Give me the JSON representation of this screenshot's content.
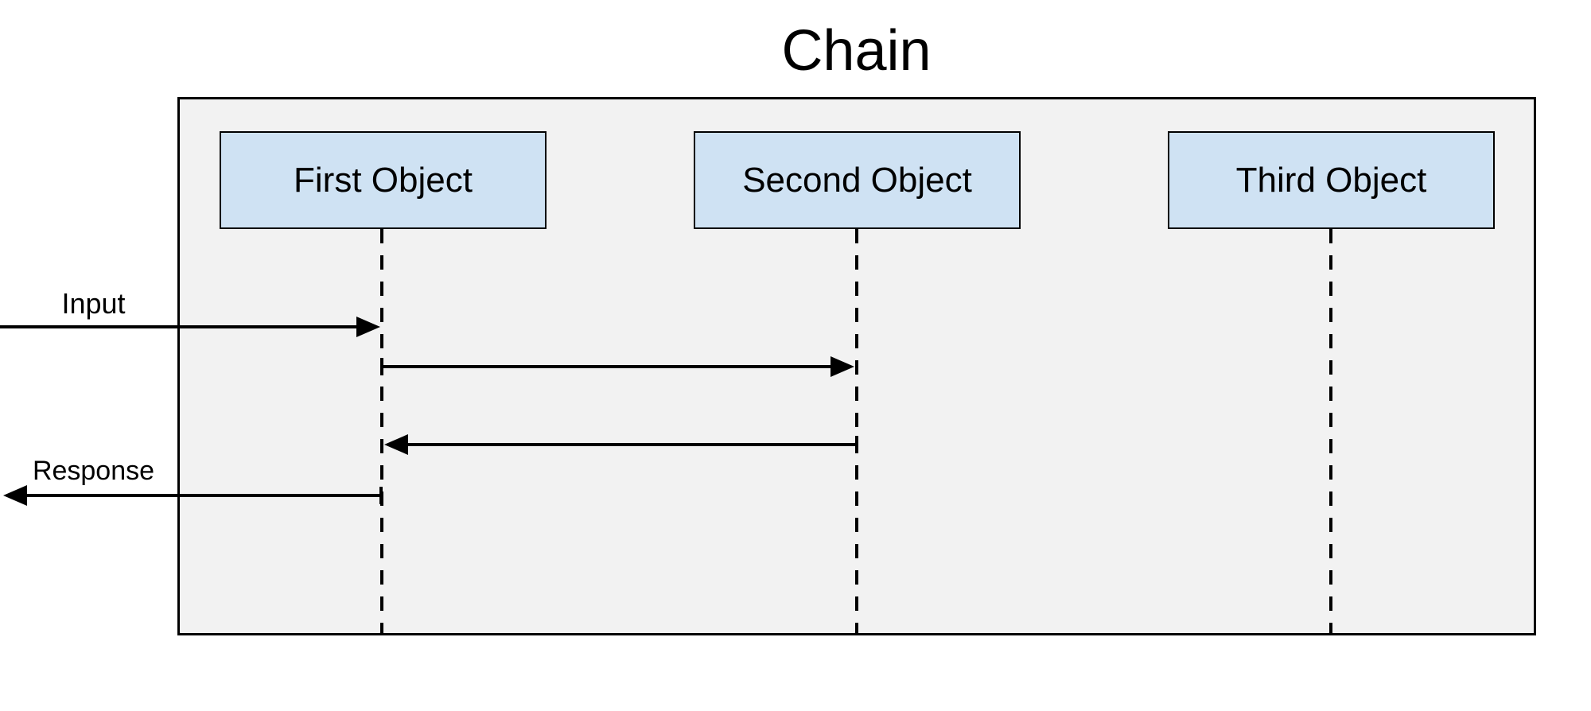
{
  "title": "Chain",
  "actors": [
    {
      "label": "First Object"
    },
    {
      "label": "Second Object"
    },
    {
      "label": "Third Object"
    }
  ],
  "external_messages": {
    "input": "Input",
    "response": "Response"
  },
  "colors": {
    "actor_fill": "#cfe2f3",
    "actor_border": "#000000",
    "frame_fill": "#f2f2f2",
    "frame_border": "#000000",
    "line": "#000000",
    "background": "#ffffff",
    "text": "#000000"
  }
}
